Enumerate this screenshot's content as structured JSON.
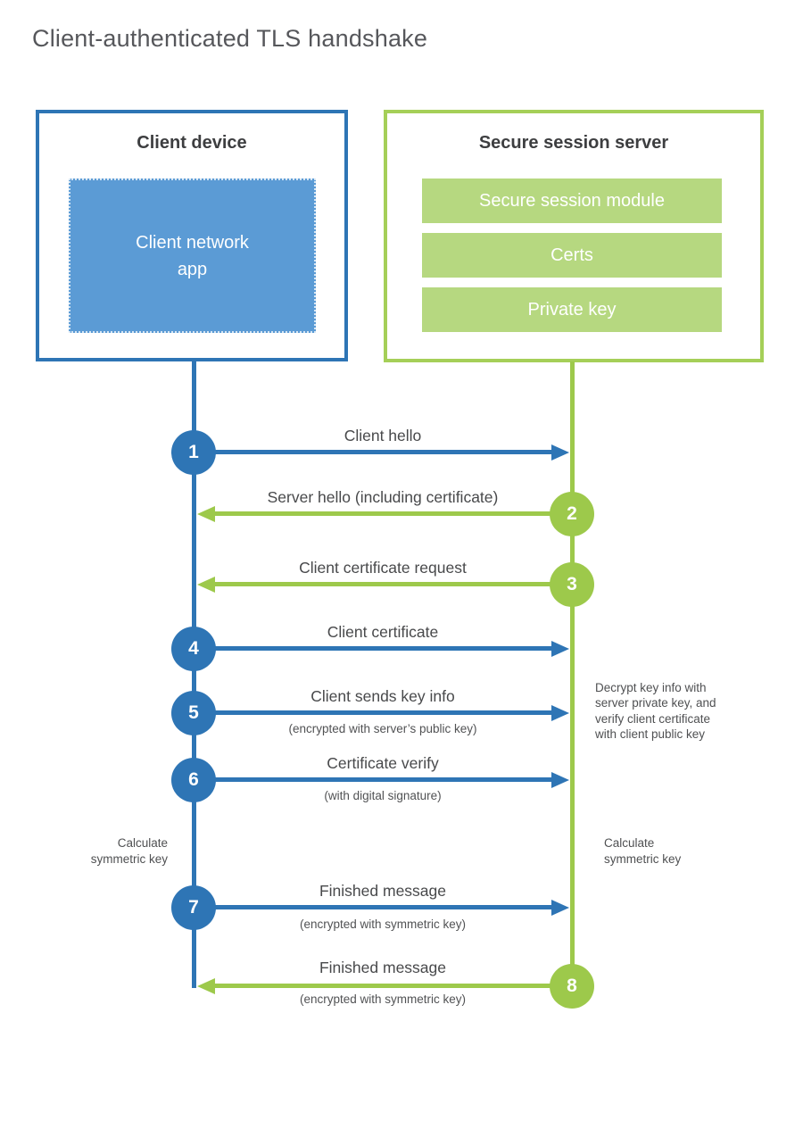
{
  "title": "Client-authenticated TLS handshake",
  "colors": {
    "blue": "#2e75b5",
    "blue_fill": "#5b9bd5",
    "green": "#9dc94b",
    "green_fill": "#b6d880",
    "green_border": "#a5cf58"
  },
  "client_box": {
    "title": "Client device",
    "app_label": "Client network\napp"
  },
  "server_box": {
    "title": "Secure session server",
    "modules": [
      "Secure session module",
      "Certs",
      "Private key"
    ]
  },
  "steps": [
    {
      "num": "1",
      "label": "Client hello"
    },
    {
      "num": "2",
      "label": "Server hello (including certificate)"
    },
    {
      "num": "3",
      "label": "Client certificate request"
    },
    {
      "num": "4",
      "label": "Client certificate"
    },
    {
      "num": "5",
      "label": "Client sends key info",
      "sub": "(encrypted with server’s public key)"
    },
    {
      "num": "6",
      "label": "Certificate verify",
      "sub": "(with digital signature)"
    },
    {
      "num": "7",
      "label": "Finished message",
      "sub": "(encrypted with symmetric key)"
    },
    {
      "num": "8",
      "label": "Finished message",
      "sub": "(encrypted with symmetric key)"
    }
  ],
  "notes": {
    "decrypt": "Decrypt key info with\nserver private key, and\nverify client certificate\nwith client public key",
    "calc_client": "Calculate\nsymmetric key",
    "calc_server": "Calculate\nsymmetric key"
  }
}
